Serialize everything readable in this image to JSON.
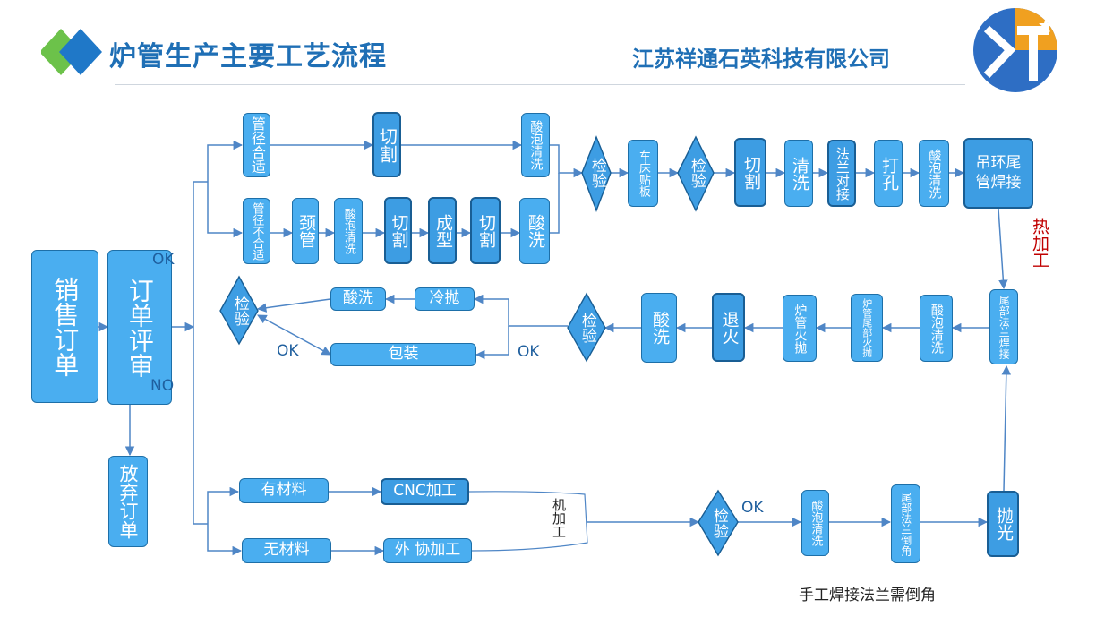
{
  "header": {
    "title": "炉管生产主要工艺流程",
    "company": "江苏祥通石英科技有限公司"
  },
  "nodes": {
    "sales_order": "销售订单",
    "order_review": "订单评审",
    "abandon_order": "放弃订单",
    "pipe_fit": "管径合适",
    "pipe_unfit": "管径不合适",
    "cut_top": "切割",
    "acid_foam_top": "酸泡清洗",
    "neck": "颈管",
    "acid_foam_2": "酸泡清洗",
    "cut_2": "切割",
    "forming": "成型",
    "cut_3": "切割",
    "pickling_top": "酸洗",
    "inspect_top1": "检验",
    "lathe_board": "车床贴板",
    "inspect_top2": "检验",
    "cut_4": "切割",
    "clean_top": "清洗",
    "flange_butt": "法兰对接",
    "drill": "打孔",
    "acid_foam_top2": "酸泡清洗",
    "ring_weld": "吊环尾管焊接",
    "tail_flange_weld": "尾部法兰焊接",
    "acid_foam_mid": "酸泡清洗",
    "tube_tail_flame": "炉管尾部火抛",
    "tube_flame": "炉管火抛",
    "anneal": "退火",
    "pickling_mid": "酸洗",
    "inspect_mid": "检验",
    "pickling_left": "酸洗",
    "cold_polish": "冷抛",
    "pack": "包装",
    "inspect_left": "检验",
    "has_material": "有材料",
    "cnc": "CNC加工",
    "no_material": "无材料",
    "outsource": "外 协加工",
    "inspect_bottom": "检验",
    "acid_foam_bottom": "酸泡清洗",
    "tail_chamfer": "尾部法兰倒角",
    "polish": "抛光"
  },
  "labels": {
    "ok_review": "OK",
    "no_review": "NO",
    "ok_inspect_mid": "OK",
    "ok_inspect_left": "OK",
    "ok_inspect_bottom": "OK",
    "hot_work": "热加工",
    "machining": "机加工",
    "note": "手工焊接法兰需倒角"
  },
  "colors": {
    "box_fill": "#4aaef0",
    "box_border": "#1d6fa8",
    "arrow": "#4f86c6",
    "title": "#1f6fb5",
    "hot_label": "#c00000"
  }
}
